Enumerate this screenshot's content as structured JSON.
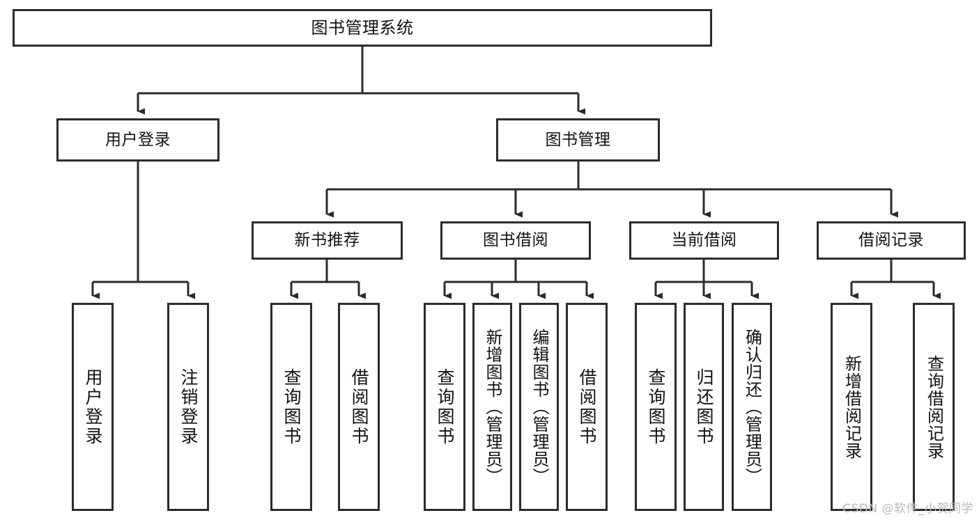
{
  "diagram": {
    "title": "图书管理系统",
    "type": "tree",
    "watermark": "CSDN @软件_小贺同学",
    "colors": {
      "box_border": "#2b2b2b",
      "box_fill": "#ffffff",
      "connector": "#2b2b2b",
      "text": "#111111",
      "watermark": "#b9b9b9"
    },
    "nodes": {
      "root": {
        "label": "图书管理系统"
      },
      "level2": [
        {
          "id": "user-login",
          "label": "用户登录"
        },
        {
          "id": "book-manage",
          "label": "图书管理"
        }
      ],
      "level3": [
        {
          "id": "new-book-recommend",
          "label": "新书推荐"
        },
        {
          "id": "book-borrow",
          "label": "图书借阅"
        },
        {
          "id": "current-borrow",
          "label": "当前借阅"
        },
        {
          "id": "borrow-record",
          "label": "借阅记录"
        }
      ],
      "leaves": {
        "user-login": [
          {
            "id": "leaf-user-login",
            "label": "用户登录"
          },
          {
            "id": "leaf-logout-login",
            "label": "注销登录"
          }
        ],
        "new-book-recommend": [
          {
            "id": "leaf-query-book-1",
            "label": "查询图书"
          },
          {
            "id": "leaf-borrow-book-1",
            "label": "借阅图书"
          }
        ],
        "book-borrow": [
          {
            "id": "leaf-query-book-2",
            "label": "查询图书"
          },
          {
            "id": "leaf-add-book",
            "label": "新增图书（管理员）"
          },
          {
            "id": "leaf-edit-book",
            "label": "编辑图书（管理员）"
          },
          {
            "id": "leaf-borrow-book-2",
            "label": "借阅图书"
          }
        ],
        "current-borrow": [
          {
            "id": "leaf-query-book-3",
            "label": "查询图书"
          },
          {
            "id": "leaf-return-book",
            "label": "归还图书"
          },
          {
            "id": "leaf-confirm-return",
            "label": "确认归还（管理员）"
          }
        ],
        "borrow-record": [
          {
            "id": "leaf-add-record",
            "label": "新增借阅记录"
          },
          {
            "id": "leaf-query-record",
            "label": "查询借阅记录"
          }
        ]
      }
    }
  }
}
